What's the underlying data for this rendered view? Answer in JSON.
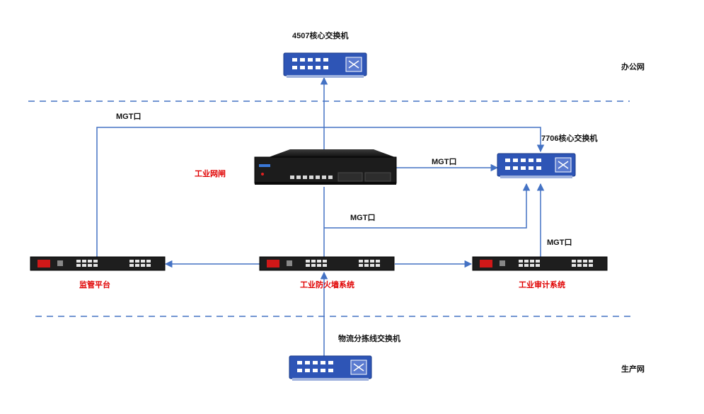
{
  "zones": {
    "office": "办公网",
    "production": "生产网"
  },
  "devices": {
    "core_switch_4507": "4507核心交换机",
    "core_switch_7706": "7706核心交换机",
    "industrial_gateway": "工业网闸",
    "monitoring_platform": "监管平台",
    "industrial_firewall": "工业防火墙系统",
    "industrial_audit": "工业审计系统",
    "logistics_switch": "物流分拣线交换机"
  },
  "links": {
    "mgt_top": "MGT口",
    "mgt_gateway": "MGT口",
    "mgt_firewall": "MGT口",
    "mgt_audit": "MGT口"
  },
  "colors": {
    "line": "#4472c4",
    "switch_body": "#2e55b6",
    "rack_body": "#1e1e1e",
    "red_label": "#e00000"
  }
}
